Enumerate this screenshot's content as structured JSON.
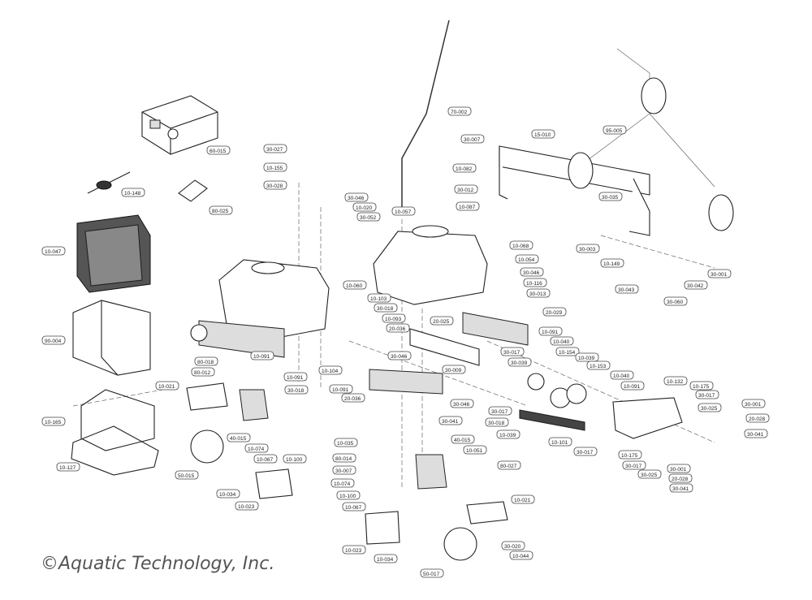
{
  "copyright": "©Aquatic Technology, Inc.",
  "part_labels": [
    "60-015",
    "10-148",
    "80-025",
    "10-047",
    "90-004",
    "10-165",
    "10-127",
    "30-027",
    "10-155",
    "30-028",
    "30-046",
    "10-020",
    "30-052",
    "10-057",
    "70-002",
    "30-007",
    "10-082",
    "30-012",
    "10-087",
    "15-010",
    "95-005",
    "30-035",
    "30-003",
    "10-149",
    "30-043",
    "30-060",
    "30-042",
    "30-001",
    "10-068",
    "10-054",
    "30-046",
    "10-116",
    "30-013",
    "20-029",
    "10-060",
    "10-103",
    "30-018",
    "20-036",
    "10-093",
    "20-025",
    "10-091",
    "10-091",
    "10-104",
    "30-018",
    "10-091",
    "20-036",
    "30-046",
    "30-009",
    "30-017",
    "30-039",
    "30-017",
    "30-046",
    "30-018",
    "30-041",
    "10-091",
    "10-040",
    "10-154",
    "10-039",
    "10-153",
    "10-040",
    "10-091",
    "10-132",
    "10-175",
    "30-017",
    "30-025",
    "30-001",
    "20-028",
    "30-041",
    "10-039",
    "10-101",
    "30-017",
    "10-175",
    "30-017",
    "30-025",
    "30-001",
    "20-028",
    "30-041",
    "80-018",
    "80-012",
    "10-021",
    "40-015",
    "50-015",
    "10-074",
    "10-067",
    "10-100",
    "10-034",
    "10-023",
    "10-035",
    "80-014",
    "30-007",
    "10-074",
    "10-100",
    "10-067",
    "40-015",
    "10-051",
    "80-027",
    "10-021",
    "10-023",
    "10-034",
    "30-020",
    "10-044",
    "50-017"
  ]
}
